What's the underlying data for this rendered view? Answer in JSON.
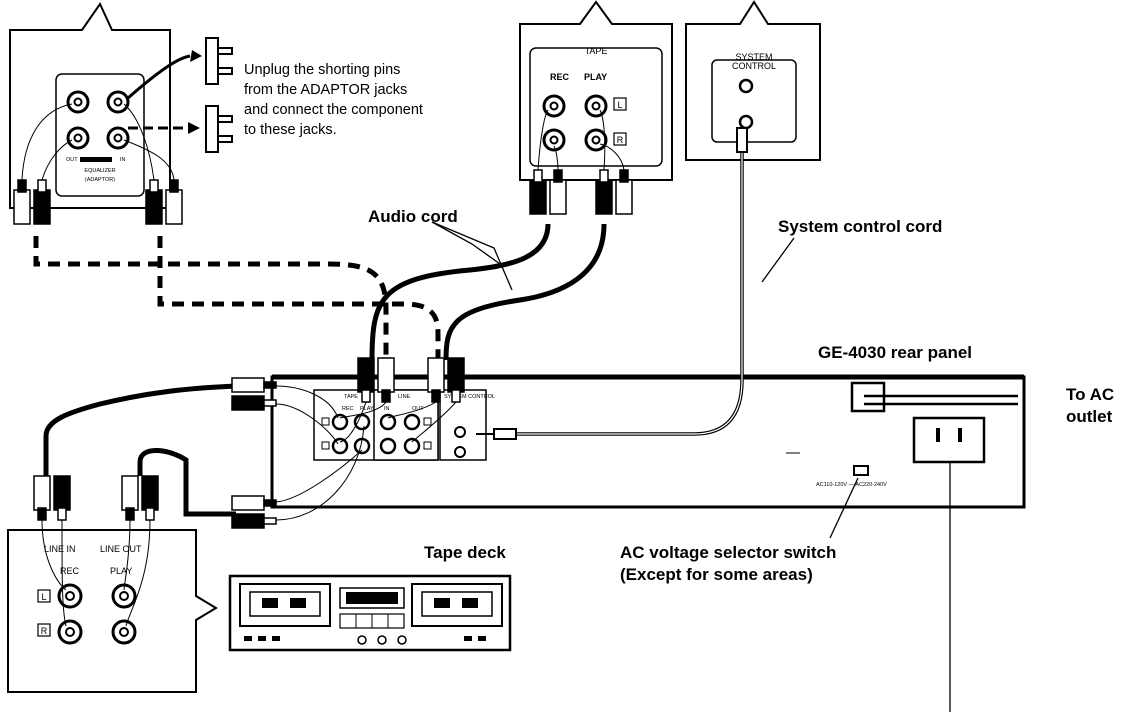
{
  "callouts": {
    "equalizer": {
      "top_label": "OUT",
      "top_label_2": "IN",
      "caption_1": "EQUALIZER",
      "caption_2": "(ADAPTOR)"
    },
    "shorting_note": [
      "Unplug the shorting pins",
      "from the ADAPTOR jacks",
      "and connect the component",
      "to these jacks."
    ],
    "tape": {
      "title": "TAPE",
      "rec": "REC",
      "play": "PLAY",
      "left": "L",
      "right": "R"
    },
    "system_control": {
      "line1": "SYSTEM",
      "line2": "CONTROL"
    },
    "tape_deck_panel": {
      "line_in": "LINE IN",
      "line_out": "LINE OUT",
      "rec": "REC",
      "play": "PLAY",
      "left": "L",
      "right": "R"
    }
  },
  "labels": {
    "audio_cord": "Audio cord",
    "system_control_cord": "System control cord",
    "rear_panel": "GE-4030 rear panel",
    "to_ac_1": "To AC",
    "to_ac_2": "outlet",
    "ac_switch_1": "AC voltage selector switch",
    "ac_switch_2": "(Except for some areas)",
    "tape_deck": "Tape deck"
  },
  "rear_panel_marks": {
    "tape": "TAPE",
    "line": "LINE",
    "rec": "REC",
    "play": "PLAY",
    "in": "IN",
    "out": "OUT",
    "system_control": "SYSTEM CONTROL",
    "voltage": "AC110-120V — AC220-240V"
  }
}
